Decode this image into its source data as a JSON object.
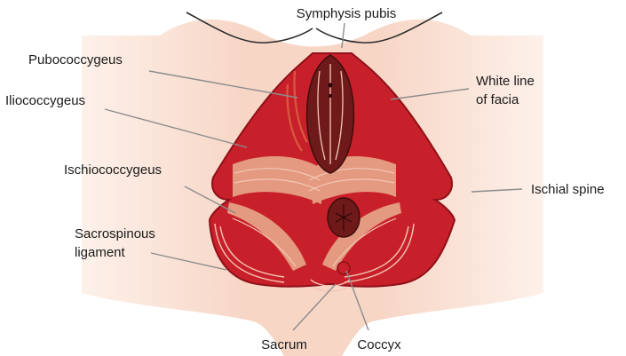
{
  "labels": {
    "symphysis_pubis": "Symphysis pubis",
    "pubococcygeus": "Pubococcygeus",
    "iliococcygeus": "Iliococcygeus",
    "ischiococcygeus": "Ischiococcygeus",
    "sacrospinous_line1": "Sacrospinous",
    "sacrospinous_line2": "ligament",
    "white_line_line1": "White line",
    "white_line_line2": "of facia",
    "ischial_spine": "Ischial spine",
    "sacrum": "Sacrum",
    "coccyx": "Coccyx"
  },
  "colors": {
    "skin": "#fbe7dd",
    "skin_outline": "#2b2b2b",
    "muscle_red": "#c8202a",
    "muscle_dark": "#8f1018",
    "muscle_band": "#e39a80",
    "organ_dark": "#6e1a1a",
    "leader": "#8c8c8c",
    "text": "#1a1a1a"
  }
}
